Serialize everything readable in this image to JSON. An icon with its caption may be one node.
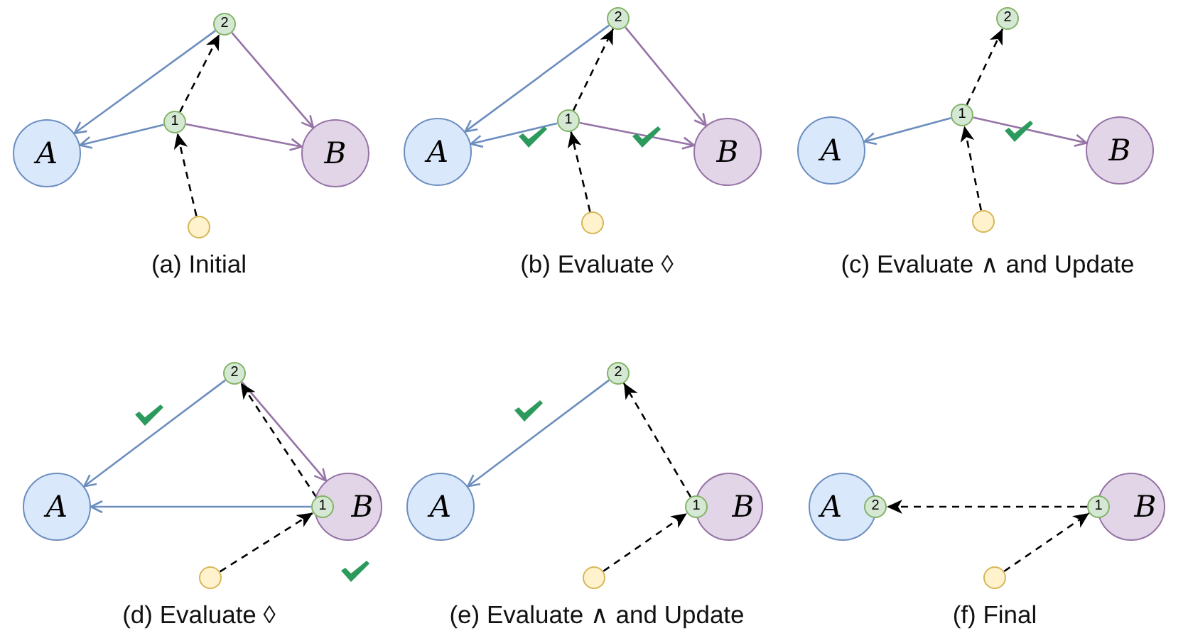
{
  "diagram": {
    "nodes": [
      {
        "text": [
          "A"
        ]
      },
      {
        "text": [
          "B"
        ]
      },
      {
        "text": [
          "1"
        ]
      },
      {
        "text": [
          "2"
        ]
      },
      {
        "text": [],
        "shape": "circle"
      },
      {
        "text": [
          "A"
        ]
      },
      {
        "text": [
          "B"
        ]
      },
      {
        "text": [
          "1"
        ]
      },
      {
        "text": [
          "2"
        ]
      },
      {
        "text": [],
        "shape": "circle"
      },
      {
        "text": [
          "A"
        ]
      },
      {
        "text": [
          "B"
        ]
      },
      {
        "text": [
          "1"
        ]
      },
      {
        "text": [
          "2"
        ]
      },
      {
        "text": [],
        "shape": "circle"
      },
      {
        "text": [
          "A"
        ]
      },
      {
        "text": [
          "B"
        ]
      },
      {
        "text": [
          "1"
        ]
      },
      {
        "text": [
          "2"
        ]
      },
      {
        "text": [],
        "shape": "circle"
      },
      {
        "text": [
          "A"
        ]
      },
      {
        "text": [
          "B"
        ]
      },
      {
        "text": [
          "1"
        ]
      },
      {
        "text": [
          "2"
        ]
      },
      {
        "text": [],
        "shape": "circle"
      },
      {
        "text": [
          "A"
        ]
      },
      {
        "text": [
          "B"
        ]
      },
      {
        "text": [
          "1"
        ]
      },
      {
        "text": [
          "2"
        ]
      },
      {
        "text": [],
        "shape": "circle"
      }
    ],
    "edges": [
      {
        "from": 2,
        "to": 0,
        "arrow": "to",
        "color": "#6c8ebf"
      },
      {
        "from": 2,
        "to": 1,
        "arrow": "to",
        "color": "#9673a6"
      },
      {
        "from": 3,
        "to": 0,
        "arrow": "to",
        "color": "#6c8ebf"
      },
      {
        "from": 3,
        "to": 1,
        "arrow": "to",
        "color": "#9673a6"
      },
      {
        "from": 4,
        "to": 2,
        "arrow": "to",
        "style": "dashed",
        "color": "#000000"
      },
      {
        "from": 2,
        "to": 3,
        "arrow": "to",
        "style": "dashed",
        "color": "#000000"
      },
      {
        "from": 7,
        "to": 5,
        "arrow": "to",
        "color": "#6c8ebf"
      },
      {
        "from": 7,
        "to": 6,
        "arrow": "to",
        "color": "#9673a6"
      },
      {
        "from": 8,
        "to": 5,
        "arrow": "to",
        "color": "#6c8ebf"
      },
      {
        "from": 8,
        "to": 6,
        "arrow": "to",
        "color": "#9673a6"
      },
      {
        "from": 9,
        "to": 7,
        "arrow": "to",
        "style": "dashed",
        "color": "#000000"
      },
      {
        "from": 7,
        "to": 8,
        "arrow": "to",
        "style": "dashed",
        "color": "#000000"
      },
      {
        "from": 12,
        "to": 10,
        "arrow": "to",
        "color": "#6c8ebf"
      },
      {
        "from": 12,
        "to": 11,
        "arrow": "to",
        "color": "#9673a6"
      },
      {
        "from": 14,
        "to": 12,
        "arrow": "to",
        "style": "dashed",
        "color": "#000000"
      },
      {
        "from": 12,
        "to": 13,
        "arrow": "to",
        "style": "dashed",
        "color": "#000000"
      },
      {
        "from": 18,
        "to": 15,
        "arrow": "to",
        "color": "#6c8ebf"
      },
      {
        "from": 18,
        "to": 16,
        "arrow": "to",
        "color": "#9673a6"
      },
      {
        "from": 17,
        "to": 15,
        "arrow": "to",
        "color": "#6c8ebf"
      },
      {
        "from": 19,
        "to": 17,
        "arrow": "to",
        "style": "dashed",
        "color": "#000000"
      },
      {
        "from": 17,
        "to": 18,
        "arrow": "to",
        "style": "dashed",
        "color": "#000000"
      },
      {
        "from": 23,
        "to": 20,
        "arrow": "to",
        "color": "#6c8ebf"
      },
      {
        "from": 24,
        "to": 22,
        "arrow": "to",
        "style": "dashed",
        "color": "#000000"
      },
      {
        "from": 22,
        "to": 23,
        "arrow": "to",
        "style": "dashed",
        "color": "#000000"
      },
      {
        "from": 29,
        "to": 27,
        "arrow": "to",
        "style": "dashed",
        "color": "#000000"
      },
      {
        "from": 27,
        "to": 28,
        "arrow": "to",
        "style": "dashed",
        "color": "#000000"
      }
    ],
    "labels": [
      "(a) Initial",
      "(b) Evaluate ◊",
      "(c) Evaluate ∧ and Update",
      "(d) Evaluate ◊",
      "(e) Evaluate ∧ and Update",
      "(f) Final"
    ]
  }
}
